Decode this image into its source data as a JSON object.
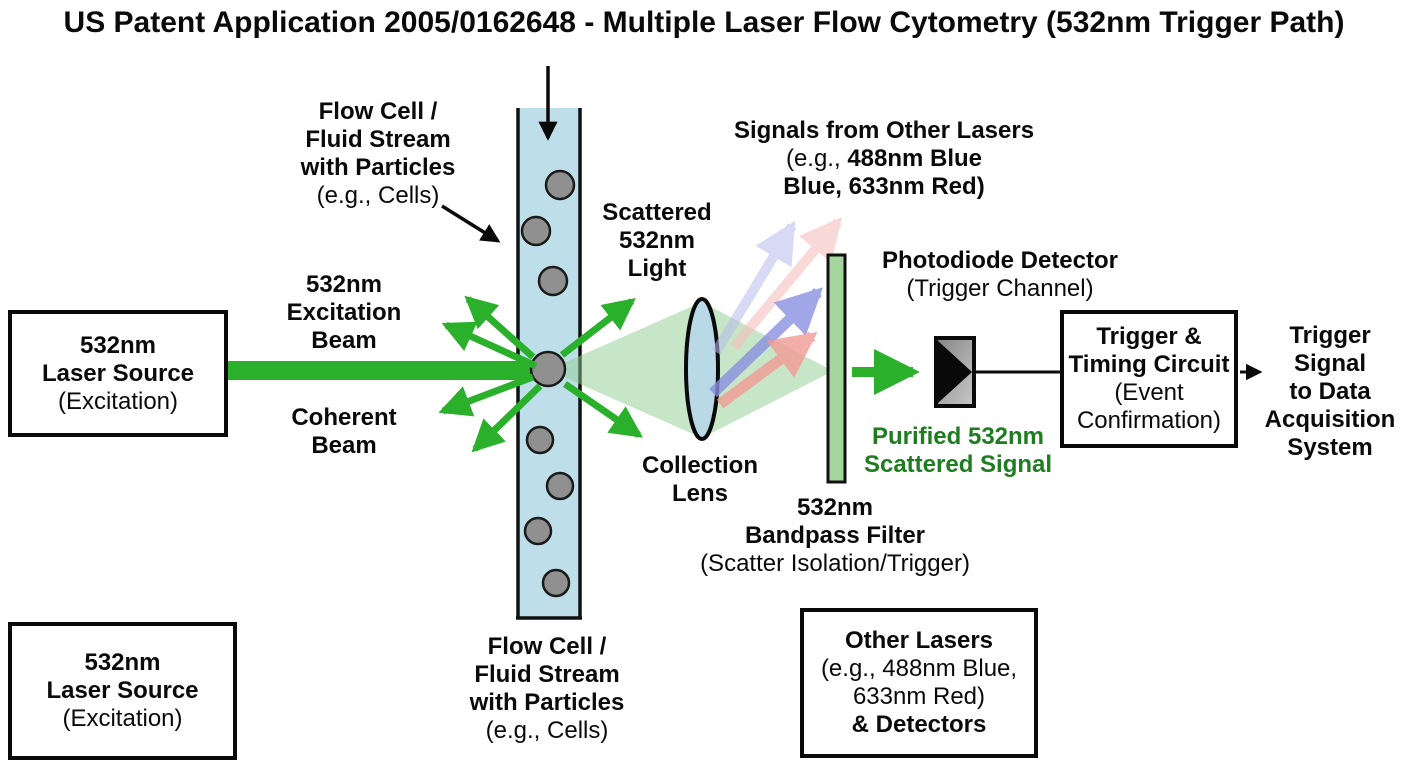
{
  "title": "US Patent Application 2005/0162648 - Multiple Laser Flow Cytometry (532nm Trigger Path)",
  "colors": {
    "beam_green": "#2bb02b",
    "cone_green": "#8fce8f",
    "flowcell_blue": "#bedfe9",
    "lens_blue": "#b9d9e6",
    "filter_green": "#a5d69e",
    "particle_gray": "#909090",
    "signal_text_green": "#1e7d1e",
    "arrow_lavender": "#b9bcee",
    "arrow_pale_pink": "#f6c0bd",
    "arrow_blue": "#8a90e2",
    "arrow_red": "#f29a96"
  },
  "boxes": {
    "laser_source_top": {
      "line1": "532nm",
      "line2": "Laser Source",
      "line3": "(Excitation)"
    },
    "laser_source_bottom": {
      "line1": "532nm",
      "line2": "Laser Source",
      "line3": "(Excitation)"
    },
    "trigger_circuit": {
      "line1": "Trigger &",
      "line2": "Timing Circuit",
      "line3": "(Event",
      "line4": "Confirmation)"
    },
    "other_lasers": {
      "line1": "Other Lasers",
      "line2": "(e.g., 488nm Blue,",
      "line3": "633nm Red)",
      "line4": "& Detectors"
    }
  },
  "labels": {
    "flow_cell_top": {
      "line1": "Flow Cell /",
      "line2": "Fluid Stream",
      "line3": "with Particles",
      "line4": "(e.g., Cells)"
    },
    "excitation_beam": {
      "line1": "532nm",
      "line2": "Excitation",
      "line3": "Beam"
    },
    "coherent_beam": {
      "line1": "Coherent",
      "line2": "Beam"
    },
    "scattered_light": {
      "line1": "Scattered",
      "line2": "532nm",
      "line3": "Light"
    },
    "signals_other_lasers": {
      "line1": "Signals from Other Lasers",
      "line2_prefix": "(e.g., ",
      "line2_bold": "488nm Blue",
      "line3": "Blue, 633nm Red)"
    },
    "photodiode": {
      "line1": "Photodiode Detector",
      "line2": "(Trigger Channel)"
    },
    "purified_signal": {
      "line1": "Purified 532nm",
      "line2": "Scattered Signal"
    },
    "bandpass_filter": {
      "line1": "532nm",
      "line2": "Bandpass Filter",
      "line3": "(Scatter Isolation/Trigger)"
    },
    "collection_lens": {
      "line1": "Collection",
      "line2": "Lens"
    },
    "trigger_signal": {
      "line1": "Trigger",
      "line2": "Signal",
      "line3": "to Data",
      "line4": "Acquisition",
      "line5": "System"
    },
    "flow_cell_bottom": {
      "line1": "Flow Cell /",
      "line2": "Fluid Stream",
      "line3": "with Particles",
      "line4": "(e.g., Cells)"
    }
  }
}
